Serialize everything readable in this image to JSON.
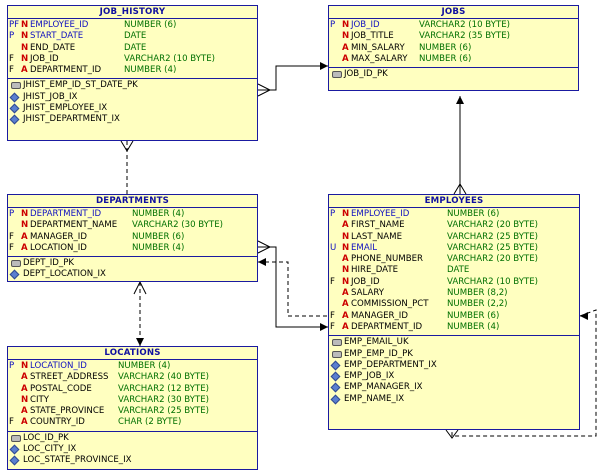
{
  "entities": {
    "job_history": {
      "title": "JOB_HISTORY",
      "columns": [
        {
          "flag": "PF",
          "mark": "N",
          "name": "EMPLOYEE_ID",
          "type": "NUMBER (6)",
          "pk": true
        },
        {
          "flag": "P",
          "mark": "N",
          "name": "START_DATE",
          "type": "DATE",
          "pk": true
        },
        {
          "flag": "",
          "mark": "N",
          "name": "END_DATE",
          "type": "DATE",
          "pk": false
        },
        {
          "flag": "F",
          "mark": "N",
          "name": "JOB_ID",
          "type": "VARCHAR2 (10 BYTE)",
          "pk": false
        },
        {
          "flag": "F",
          "mark": "A",
          "name": "DEPARTMENT_ID",
          "type": "NUMBER (4)",
          "pk": false
        }
      ],
      "indexes": [
        {
          "icon": "key-icon",
          "name": "JHIST_EMP_ID_ST_DATE_PK"
        },
        {
          "icon": "index-icon",
          "name": "JHIST_JOB_IX"
        },
        {
          "icon": "index-icon",
          "name": "JHIST_EMPLOYEE_IX"
        },
        {
          "icon": "index-icon",
          "name": "JHIST_DEPARTMENT_IX"
        }
      ]
    },
    "jobs": {
      "title": "JOBS",
      "columns": [
        {
          "flag": "P",
          "mark": "N",
          "name": "JOB_ID",
          "type": "VARCHAR2 (10 BYTE)",
          "pk": true
        },
        {
          "flag": "",
          "mark": "N",
          "name": "JOB_TITLE",
          "type": "VARCHAR2 (35 BYTE)",
          "pk": false
        },
        {
          "flag": "",
          "mark": "A",
          "name": "MIN_SALARY",
          "type": "NUMBER (6)",
          "pk": false
        },
        {
          "flag": "",
          "mark": "A",
          "name": "MAX_SALARY",
          "type": "NUMBER (6)",
          "pk": false
        }
      ],
      "indexes": [
        {
          "icon": "key-icon",
          "name": "JOB_ID_PK"
        }
      ]
    },
    "departments": {
      "title": "DEPARTMENTS",
      "columns": [
        {
          "flag": "P",
          "mark": "N",
          "name": "DEPARTMENT_ID",
          "type": "NUMBER (4)",
          "pk": true
        },
        {
          "flag": "",
          "mark": "N",
          "name": "DEPARTMENT_NAME",
          "type": "VARCHAR2 (30 BYTE)",
          "pk": false
        },
        {
          "flag": "F",
          "mark": "A",
          "name": "MANAGER_ID",
          "type": "NUMBER (6)",
          "pk": false
        },
        {
          "flag": "F",
          "mark": "A",
          "name": "LOCATION_ID",
          "type": "NUMBER (4)",
          "pk": false
        }
      ],
      "indexes": [
        {
          "icon": "key-icon",
          "name": "DEPT_ID_PK"
        },
        {
          "icon": "index-icon",
          "name": "DEPT_LOCATION_IX"
        }
      ]
    },
    "employees": {
      "title": "EMPLOYEES",
      "columns": [
        {
          "flag": "P",
          "mark": "N",
          "name": "EMPLOYEE_ID",
          "type": "NUMBER (6)",
          "pk": true
        },
        {
          "flag": "",
          "mark": "A",
          "name": "FIRST_NAME",
          "type": "VARCHAR2 (20 BYTE)",
          "pk": false
        },
        {
          "flag": "",
          "mark": "N",
          "name": "LAST_NAME",
          "type": "VARCHAR2 (25 BYTE)",
          "pk": false
        },
        {
          "flag": "U",
          "mark": "N",
          "name": "EMAIL",
          "type": "VARCHAR2 (25 BYTE)",
          "pk": true
        },
        {
          "flag": "",
          "mark": "A",
          "name": "PHONE_NUMBER",
          "type": "VARCHAR2 (20 BYTE)",
          "pk": false
        },
        {
          "flag": "",
          "mark": "N",
          "name": "HIRE_DATE",
          "type": "DATE",
          "pk": false
        },
        {
          "flag": "F",
          "mark": "N",
          "name": "JOB_ID",
          "type": "VARCHAR2 (10 BYTE)",
          "pk": false
        },
        {
          "flag": "",
          "mark": "A",
          "name": "SALARY",
          "type": "NUMBER (8,2)",
          "pk": false
        },
        {
          "flag": "",
          "mark": "A",
          "name": "COMMISSION_PCT",
          "type": "NUMBER (2,2)",
          "pk": false
        },
        {
          "flag": "F",
          "mark": "A",
          "name": "MANAGER_ID",
          "type": "NUMBER (6)",
          "pk": false
        },
        {
          "flag": "F",
          "mark": "A",
          "name": "DEPARTMENT_ID",
          "type": "NUMBER (4)",
          "pk": false
        }
      ],
      "indexes": [
        {
          "icon": "key-icon",
          "name": "EMP_EMAIL_UK"
        },
        {
          "icon": "key-icon",
          "name": "EMP_EMP_ID_PK"
        },
        {
          "icon": "index-icon",
          "name": "EMP_DEPARTMENT_IX"
        },
        {
          "icon": "index-icon",
          "name": "EMP_JOB_IX"
        },
        {
          "icon": "index-icon",
          "name": "EMP_MANAGER_IX"
        },
        {
          "icon": "index-icon",
          "name": "EMP_NAME_IX"
        }
      ]
    },
    "locations": {
      "title": "LOCATIONS",
      "columns": [
        {
          "flag": "P",
          "mark": "N",
          "name": "LOCATION_ID",
          "type": "NUMBER (4)",
          "pk": true
        },
        {
          "flag": "",
          "mark": "A",
          "name": "STREET_ADDRESS",
          "type": "VARCHAR2 (40 BYTE)",
          "pk": false
        },
        {
          "flag": "",
          "mark": "A",
          "name": "POSTAL_CODE",
          "type": "VARCHAR2 (12 BYTE)",
          "pk": false
        },
        {
          "flag": "",
          "mark": "N",
          "name": "CITY",
          "type": "VARCHAR2 (30 BYTE)",
          "pk": false
        },
        {
          "flag": "",
          "mark": "A",
          "name": "STATE_PROVINCE",
          "type": "VARCHAR2 (25 BYTE)",
          "pk": false
        },
        {
          "flag": "F",
          "mark": "A",
          "name": "COUNTRY_ID",
          "type": "CHAR (2 BYTE)",
          "pk": false
        }
      ],
      "indexes": [
        {
          "icon": "key-icon",
          "name": "LOC_ID_PK"
        },
        {
          "icon": "index-icon",
          "name": "LOC_CITY_IX"
        },
        {
          "icon": "index-icon",
          "name": "LOC_STATE_PROVINCE_IX"
        }
      ]
    }
  },
  "colors": {
    "entity_fill": "#ffffc0",
    "entity_border": "#1a1aa0",
    "title_text": "#1010a0",
    "type_text": "#007000",
    "mandatory_mark": "#cc0000",
    "relation_line": "#000000"
  }
}
